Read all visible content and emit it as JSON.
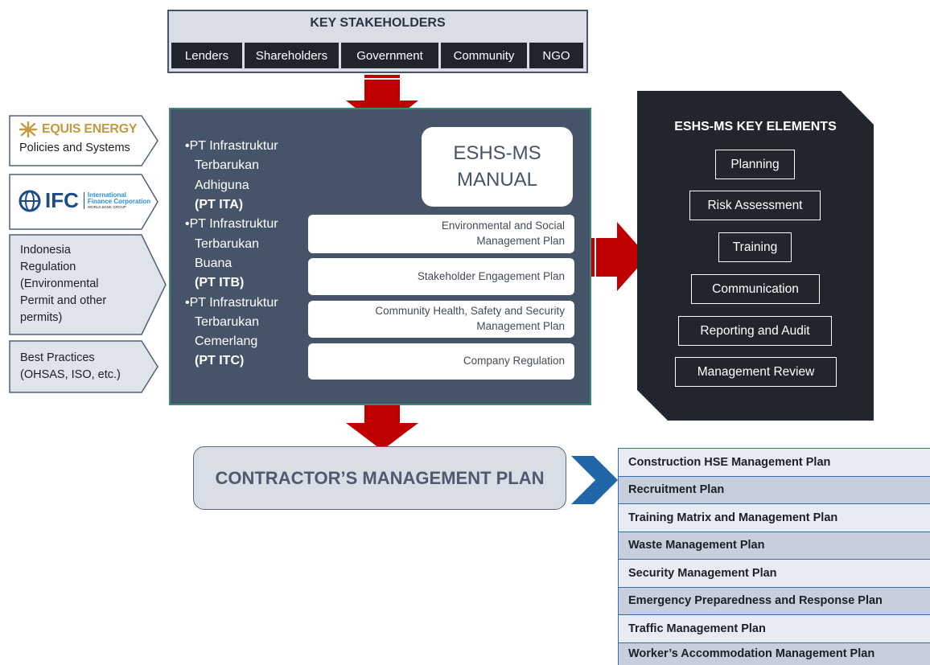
{
  "stakeholders": {
    "title": "KEY STAKEHOLDERS",
    "items": [
      "Lenders",
      "Shareholders",
      "Government",
      "Community",
      "NGO"
    ]
  },
  "inputs": {
    "equis": {
      "logo_text": "EQUIS ENERGY",
      "tagline": "Policies and Systems"
    },
    "ifc": {
      "logo_text": "IFC",
      "subtitle_line1": "International",
      "subtitle_line2": "Finance Corporation",
      "subtitle_line3": "WORLD BANK GROUP"
    },
    "regulation": {
      "lines": [
        "Indonesia",
        "Regulation",
        "(Environmental",
        "Permit and other",
        "permits)"
      ]
    },
    "best_practices": {
      "lines": [
        "Best Practices",
        "(OHSAS, ISO, etc.)"
      ]
    }
  },
  "center": {
    "companies": [
      {
        "lines": [
          "•PT Infrastruktur",
          "Terbarukan",
          "Adhiguna"
        ],
        "code": "(PT ITA)"
      },
      {
        "lines": [
          "•PT Infrastruktur",
          "Terbarukan",
          "Buana"
        ],
        "code": "(PT ITB)"
      },
      {
        "lines": [
          "•PT Infrastruktur",
          "Terbarukan",
          "Cemerlang"
        ],
        "code": "(PT ITC)"
      }
    ],
    "manual": {
      "line1": "ESHS-MS",
      "line2": "MANUAL"
    },
    "plans": [
      {
        "line1": "Environmental and Social",
        "line2": "Management Plan"
      },
      {
        "line1": "Stakeholder Engagement Plan",
        "line2": ""
      },
      {
        "line1": "Community Health, Safety and Security",
        "line2": "Management Plan"
      },
      {
        "line1": "Company Regulation",
        "line2": ""
      }
    ]
  },
  "key_elements": {
    "title": "ESHS-MS KEY ELEMENTS",
    "items": [
      "Planning",
      "Risk Assessment",
      "Training",
      "Communication",
      "Reporting and Audit",
      "Management Review"
    ]
  },
  "contractor": {
    "title": "CONTRACTOR’S MANAGEMENT PLAN"
  },
  "contractor_plans": [
    "Construction HSE Management Plan",
    "Recruitment Plan",
    "Training Matrix and Management Plan",
    "Waste Management Plan",
    "Security Management Plan",
    "Emergency Preparedness and Response Plan",
    "Traffic Management Plan",
    "Worker’s Accommodation Management Plan"
  ],
  "colors": {
    "arrow_red": "#c00000",
    "center_fill": "#46546a",
    "key_panel": "#21262d",
    "chevron_blue": "#2166a6"
  }
}
